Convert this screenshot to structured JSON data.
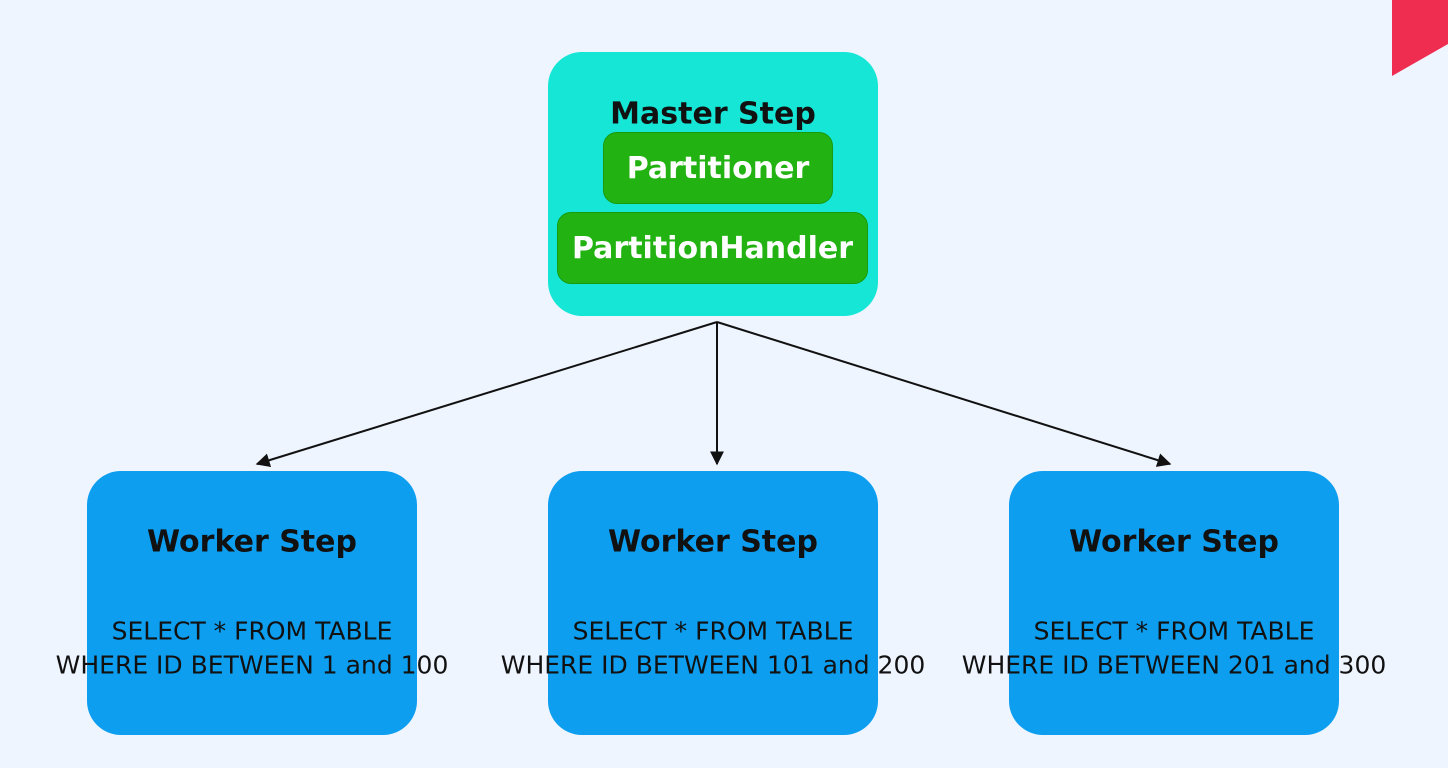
{
  "master": {
    "title": "Master Step",
    "components": [
      {
        "label": "Partitioner"
      },
      {
        "label": "PartitionHandler"
      }
    ]
  },
  "workers": [
    {
      "title": "Worker Step",
      "query_line1": "SELECT * FROM TABLE",
      "query_line2": "WHERE ID BETWEEN 1 and 100"
    },
    {
      "title": "Worker Step",
      "query_line1": "SELECT * FROM TABLE",
      "query_line2": "WHERE ID BETWEEN 101 and 200"
    },
    {
      "title": "Worker Step",
      "query_line1": "SELECT * FROM TABLE",
      "query_line2": "WHERE ID BETWEEN 201 and 300"
    }
  ],
  "colors": {
    "background": "#eff5ff",
    "master_fill": "#15e6d6",
    "component_fill": "#22b312",
    "worker_fill": "#0d9ef0",
    "arrow": "#111111",
    "corner_accent": "#ef2d50"
  }
}
